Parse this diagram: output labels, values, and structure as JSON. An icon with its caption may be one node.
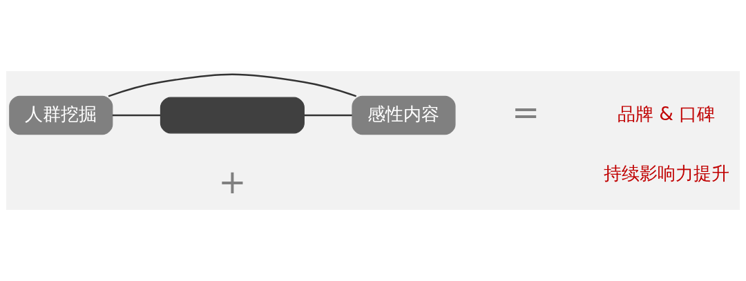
{
  "diagram": {
    "nodes": [
      {
        "text": [
          "人群挖掘"
        ]
      },
      {
        "text": [
          "感性内容"
        ]
      },
      {
        "text": [],
        "shape": "box"
      }
    ],
    "edges": [
      {
        "from": 0,
        "to": 1,
        "arrow": "none"
      },
      {
        "from": 0,
        "to": 2,
        "arrow": "none"
      },
      {
        "from": 2,
        "to": 1,
        "arrow": "none"
      }
    ],
    "labels": [
      "+",
      "=",
      "品牌 & 口碑",
      "持续影响力提升"
    ]
  }
}
